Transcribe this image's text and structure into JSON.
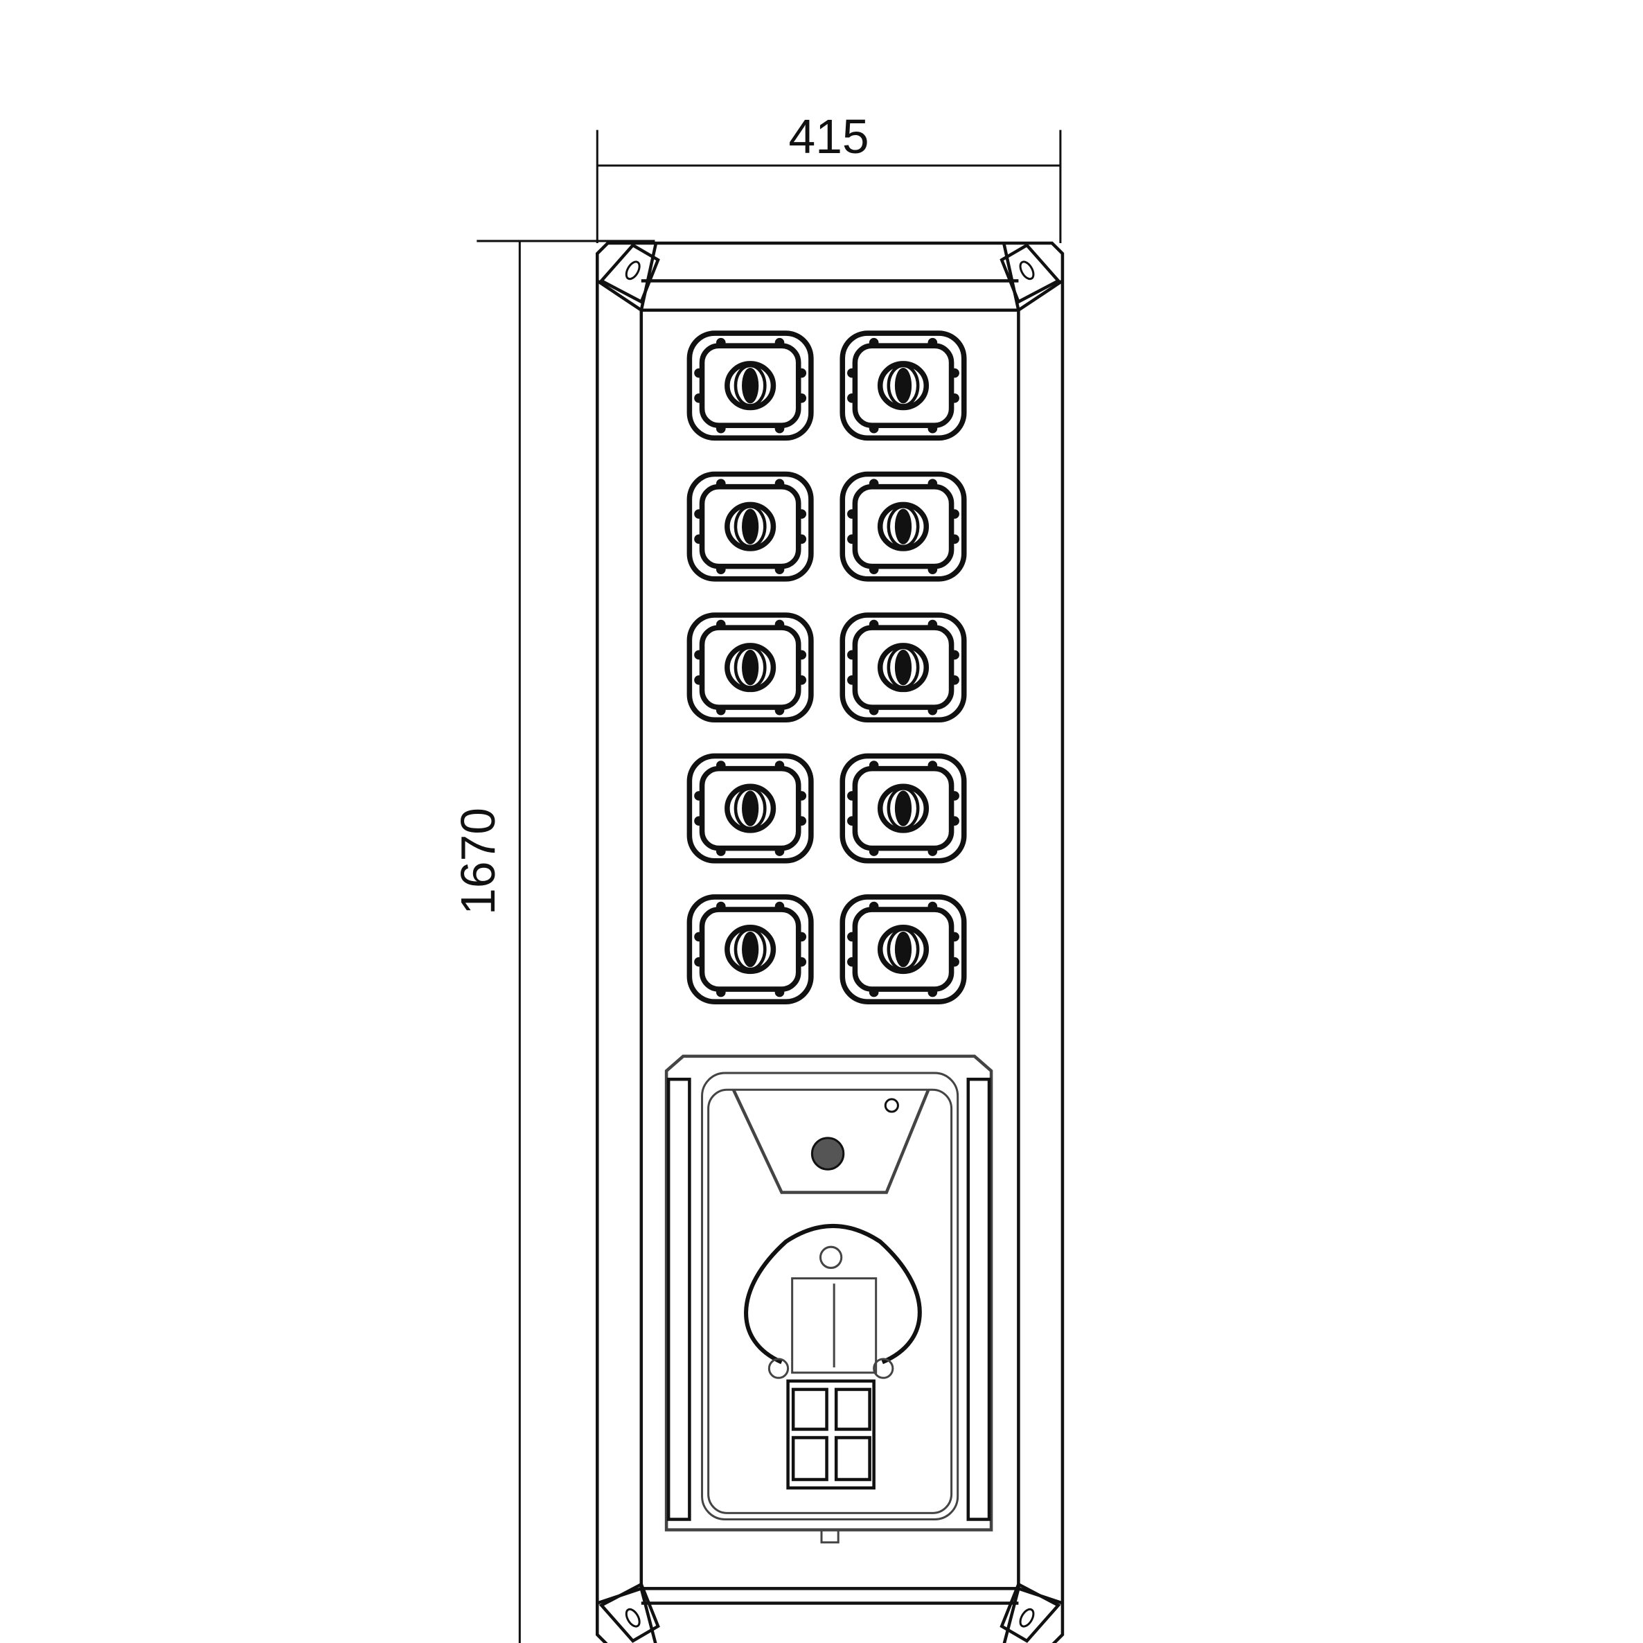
{
  "drawing": {
    "width_label": "415",
    "height_label": "1670",
    "led_modules": {
      "columns": 2,
      "rows": 5
    },
    "colors": {
      "line": "#111111",
      "sensor": "#555555",
      "background": "#ffffff"
    }
  }
}
